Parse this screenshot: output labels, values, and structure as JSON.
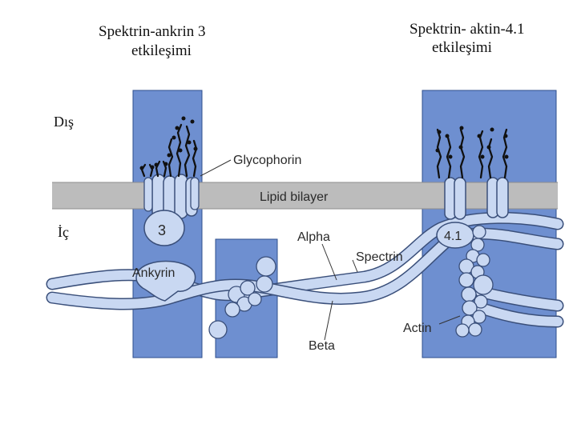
{
  "headings": {
    "left_line1": "Spektrin-ankrin 3",
    "left_line2": "etkileşimi",
    "right_line1": "Spektrin- aktin-4.1",
    "right_line2": "etkileşimi"
  },
  "side_labels": {
    "outside": "Dış",
    "inside": "İç"
  },
  "labels": {
    "glycophorin": "Glycophorin",
    "lipid_bilayer": "Lipid bilayer",
    "band3": "3",
    "ankyrin": "Ankyrin",
    "alpha": "Alpha",
    "spectrin": "Spectrin",
    "beta": "Beta",
    "band41": "4.1",
    "actin": "Actin"
  },
  "colors": {
    "panel_blue": "#6e8fd0",
    "panel_edge": "#2f4f8c",
    "bilayer_gray": "#bcbcbc",
    "protein_fill": "#c9d8f2",
    "protein_edge": "#3a4f7a",
    "sugar_chain": "#111111"
  }
}
